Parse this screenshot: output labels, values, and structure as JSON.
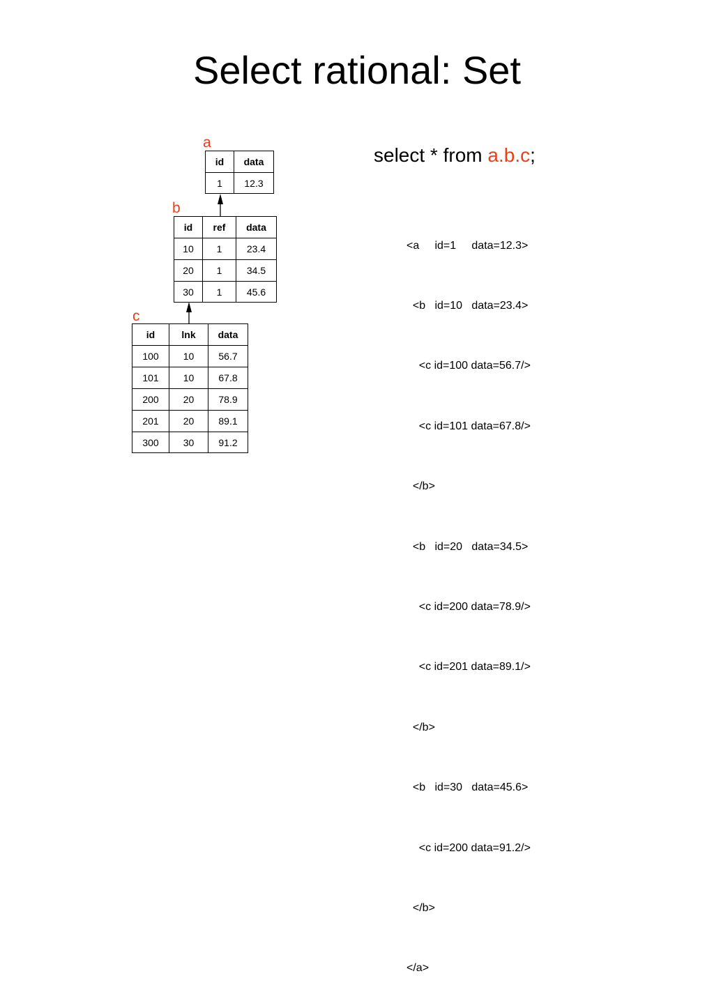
{
  "title": "Select rational: Set",
  "tables": {
    "a": {
      "label": "a",
      "header": [
        "id",
        "data"
      ],
      "rows": [
        [
          "1",
          "12.3"
        ]
      ]
    },
    "b": {
      "label": "b",
      "header": [
        "id",
        "ref",
        "data"
      ],
      "rows": [
        [
          "10",
          "1",
          "23.4"
        ],
        [
          "20",
          "1",
          "34.5"
        ],
        [
          "30",
          "1",
          "45.6"
        ]
      ]
    },
    "c": {
      "label": "c",
      "header": [
        "id",
        "lnk",
        "data"
      ],
      "rows": [
        [
          "100",
          "10",
          "56.7"
        ],
        [
          "101",
          "10",
          "67.8"
        ],
        [
          "200",
          "20",
          "78.9"
        ],
        [
          "201",
          "20",
          "89.1"
        ],
        [
          "300",
          "30",
          "91.2"
        ]
      ]
    }
  },
  "query": {
    "prefix": "select * from ",
    "highlight": "a.b.c",
    "suffix": ";"
  },
  "xml_lines": [
    "<a     id=1     data=12.3>",
    "  <b   id=10   data=23.4>",
    "    <c id=100 data=56.7/>",
    "    <c id=101 data=67.8/>",
    "  </b>",
    "  <b   id=20   data=34.5>",
    "    <c id=200 data=78.9/>",
    "    <c id=201 data=89.1/>",
    "  </b>",
    "  <b   id=30   data=45.6>",
    "    <c id=200 data=91.2/>",
    "  </b>",
    "</a>"
  ],
  "colors": {
    "accent": "#e8401c",
    "text": "#000000",
    "background": "#ffffff"
  }
}
